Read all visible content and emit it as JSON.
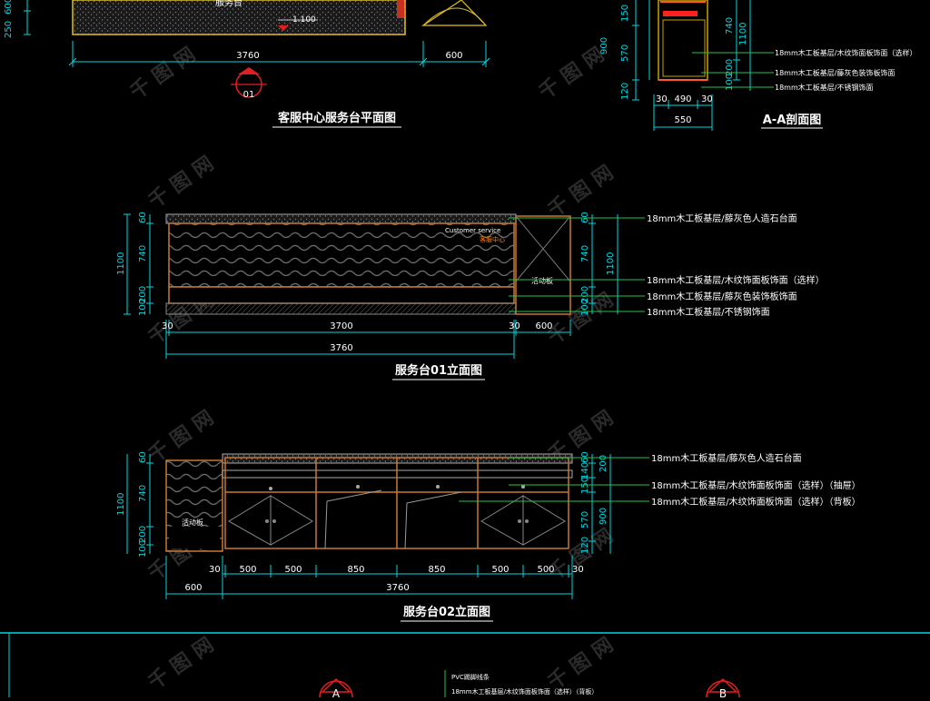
{
  "colors": {
    "background": "#000000",
    "dimension": "#00d8e0",
    "title": "#ffffff",
    "counter": "#c87830",
    "leader": "#27c24a",
    "marker": "#e02020",
    "hatch": "#555555",
    "text": "#ffffff",
    "accent_text": "#ff8800",
    "drawer": "#ff2020",
    "bin": "#c8a000"
  },
  "plan": {
    "title": "客服中心服务台平面图",
    "counter_label": "服务台",
    "level_mark": "1.100",
    "marker_label": "01",
    "dims_left": [
      "600",
      "250"
    ],
    "dims_bottom": [
      "3760",
      "600"
    ]
  },
  "section_aa": {
    "title": "A-A剖面图",
    "dims_left": [
      "150",
      "900",
      "570",
      "120"
    ],
    "dims_right": [
      "740",
      "1100",
      "200",
      "100"
    ],
    "dims_bottom_small": [
      "30",
      "490",
      "30"
    ],
    "dims_bottom_total": "550",
    "notes": [
      "18mm木工板基层/木纹饰面板饰面（选样）",
      "18mm木工板基层/藤灰色装饰板饰面",
      "18mm木工板基层/不锈钢饰面"
    ]
  },
  "elev01": {
    "title": "服务台01立面图",
    "dims_left": [
      "1100",
      "60",
      "740",
      "200",
      "100"
    ],
    "dims_right": [
      "60",
      "740",
      "1100",
      "200",
      "100"
    ],
    "dims_bottom_small": [
      "30",
      "3700",
      "30",
      "600"
    ],
    "dims_bottom_total": "3760",
    "sign_en": "Customer service",
    "sign_cn": "客服中心",
    "panel_label": "活动板",
    "notes": [
      "18mm木工板基层/藤灰色人造石台面",
      "18mm木工板基层/木纹饰面板饰面（选样）",
      "18mm木工板基层/藤灰色装饰板饰面",
      "18mm木工板基层/不锈钢饰面"
    ]
  },
  "elev02": {
    "title": "服务台02立面图",
    "dims_left": [
      "1100",
      "60",
      "740",
      "200",
      "100"
    ],
    "dims_right": [
      "60",
      "140",
      "150",
      "200",
      "570",
      "900",
      "120"
    ],
    "dims_bottom_small": [
      "30",
      "500",
      "500",
      "850",
      "850",
      "500",
      "500",
      "30"
    ],
    "dims_bottom_left": "600",
    "dims_bottom_total": "3760",
    "panel_label": "活动板",
    "notes": [
      "18mm木工板基层/藤灰色人造石台面",
      "18mm木工板基层/木纹饰面板饰面（选样）（抽屉）",
      "18mm木工板基层/木纹饰面板饰面（选样）（背板）"
    ]
  },
  "bottom": {
    "marker_a": "A",
    "marker_b": "B",
    "notes": [
      "PVC踢脚线条",
      "18mm木工板基层/木纹饰面板饰面（选样）（背板）"
    ]
  }
}
